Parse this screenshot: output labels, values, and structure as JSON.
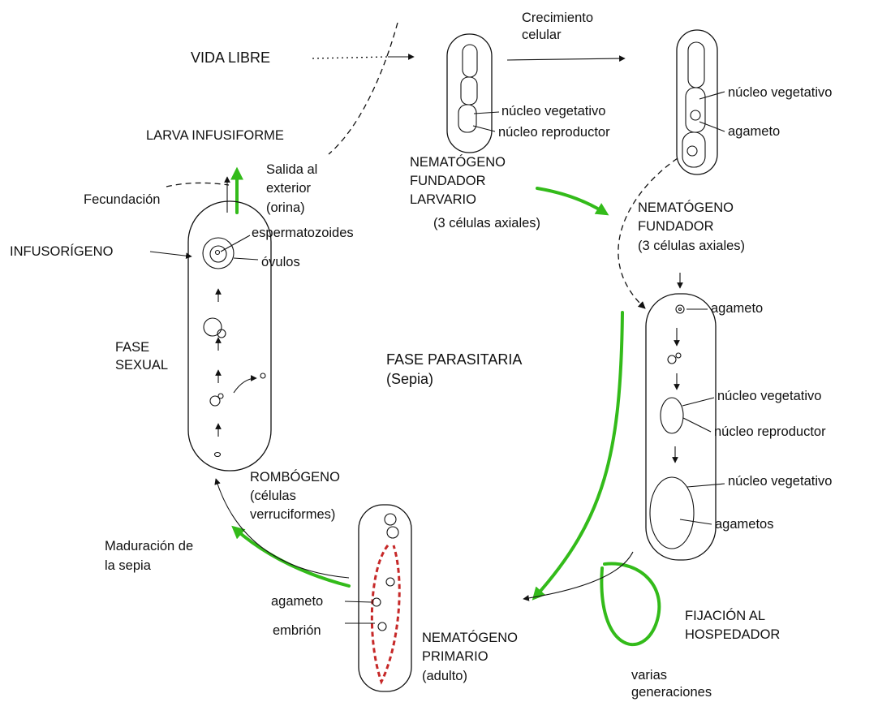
{
  "colors": {
    "ink": "#111111",
    "cycle_arrow": "#33bb1a",
    "dashed_outline": "#c62828"
  },
  "labels": {
    "vida_libre": "VIDA LIBRE",
    "crecimiento": [
      "Crecimiento",
      "celular"
    ],
    "larva": "LARVA INFUSIFORME",
    "salida": [
      "Salida al",
      "exterior",
      "(orina)"
    ],
    "fecundacion": "Fecundación",
    "infusorigeno": "INFUSORÍGENO",
    "espermatozoides": "espermatozoides",
    "ovulos": "óvulos",
    "fase_sexual": [
      "FASE",
      "SEXUAL"
    ],
    "fase_parasitaria": [
      "FASE PARASITARIA",
      "(Sepia)"
    ],
    "nf_larvario": [
      "NEMATÓGENO",
      "FUNDADOR",
      "LARVARIO",
      "(3 células axiales)"
    ],
    "nf_top_nucleo_veg": "núcleo vegetativo",
    "nf_top_nucleo_rep": "núcleo reproductor",
    "nf_fundador": [
      "NEMATÓGENO",
      "FUNDADOR",
      "(3 células axiales)"
    ],
    "right_nucleo_veg": "núcleo vegetativo",
    "right_agameto": "agameto",
    "r_agameto": "agameto",
    "r_nucleo_veg1": "núcleo vegetativo",
    "r_nucleo_rep": "núcleo reproductor",
    "r_nucleo_veg2": "núcleo vegetativo",
    "r_agametos": "agametos",
    "rombogeno": [
      "ROMBÓGENO",
      "(células",
      "verruciformes)"
    ],
    "maduracion": [
      "Maduración de",
      "la sepia"
    ],
    "bottom_agameto": "agameto",
    "embrion": "embrión",
    "nemato_primario": [
      "NEMATÓGENO",
      "PRIMARIO",
      "(adulto)"
    ],
    "fijacion": [
      "FIJACIÓN AL",
      "HOSPEDADOR"
    ],
    "varias": [
      "varias",
      "generaciones"
    ]
  }
}
